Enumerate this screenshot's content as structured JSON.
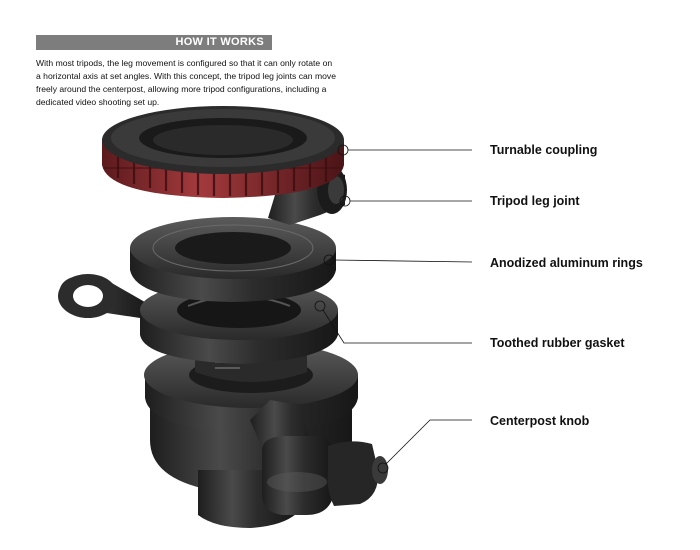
{
  "header": {
    "title": "HOW IT WORKS",
    "description": "With most tripods, the leg movement is configured so that it can only rotate on a horizontal axis at set angles. With this concept, the tripod leg joints can move freely around the centerpost, allowing more tripod configurations, including a dedicated video shooting set up."
  },
  "callouts": [
    {
      "label": "Turnable coupling"
    },
    {
      "label": "Tripod leg joint"
    },
    {
      "label": "Anodized aluminum rings"
    },
    {
      "label": "Toothed rubber gasket"
    },
    {
      "label": "Centerpost knob"
    }
  ],
  "colors": {
    "banner": "#7d7d7d",
    "coupling_red": "#8e2a2e",
    "metal_dark": "#2b2b2b",
    "metal_mid": "#3e3e3e",
    "metal_light": "#5a5a5a"
  }
}
